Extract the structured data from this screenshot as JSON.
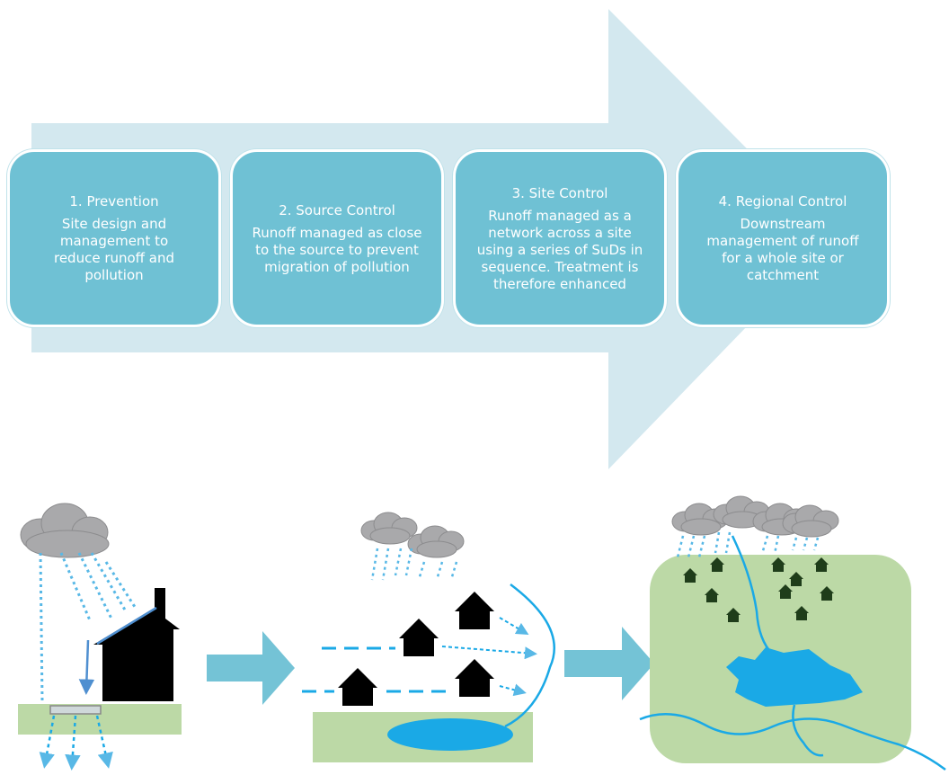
{
  "stages": [
    {
      "title": "1. Prevention",
      "description": "Site design and management to reduce runoff and pollution"
    },
    {
      "title": "2. Source Control",
      "description": "Runoff managed as close to the source to prevent migration of pollution"
    },
    {
      "title": "3. Site Control",
      "description": "Runoff managed as a network across a site using a series of SuDs in sequence. Treatment is therefore enhanced"
    },
    {
      "title": "4. Regional Control",
      "description": "Downstream management of runoff for a whole site or catchment"
    }
  ],
  "colors": {
    "big_arrow": "#d3e8ef",
    "stage_box": "#6fc1d4",
    "flow_arrow": "#74c3d6",
    "ground": "#bcd9a6",
    "water": "#1aa9e6",
    "rain": "#58b8e6",
    "cloud": "#a9a9ab",
    "house_black": "#000000",
    "house_green": "#1f3d1a"
  }
}
